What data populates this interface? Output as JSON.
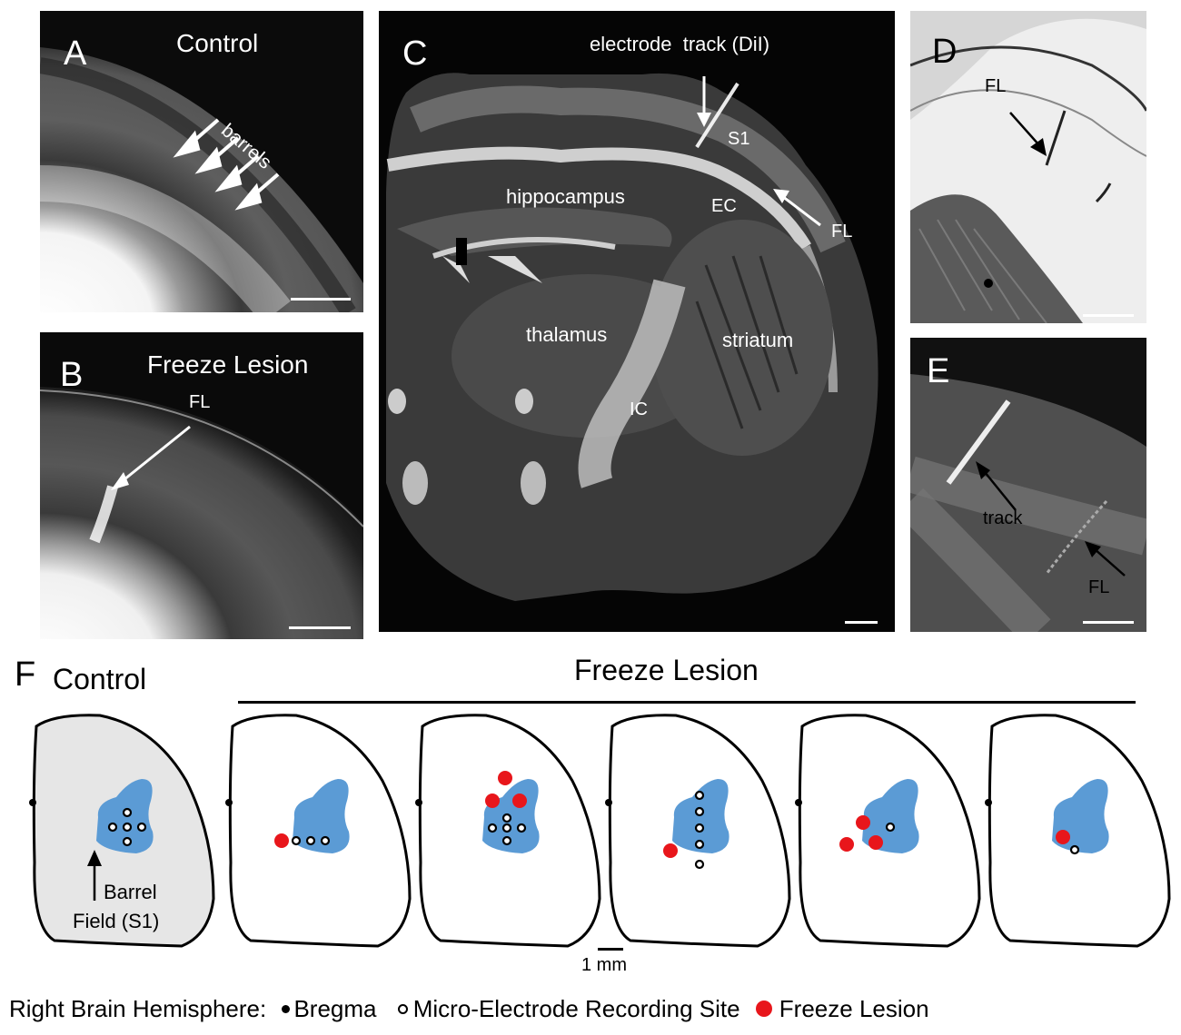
{
  "panels": {
    "A": {
      "letter": "A",
      "title": "Control",
      "annotation": "barrels"
    },
    "B": {
      "letter": "B",
      "title": "Freeze Lesion",
      "annotation": "FL"
    },
    "C": {
      "letter": "C",
      "annotation_track": "electrode  track (DiI)",
      "regions": [
        "S1",
        "hippocampus",
        "EC",
        "FL",
        "thalamus",
        "striatum",
        "IC"
      ]
    },
    "D": {
      "letter": "D",
      "annotation": "FL"
    },
    "E": {
      "letter": "E",
      "annotation_track": "track",
      "annotation_fl": "FL"
    },
    "F": {
      "letter": "F",
      "control_title": "Control",
      "lesion_title": "Freeze Lesion",
      "barrel_label_line1": "Barrel",
      "barrel_label_line2": "Field (S1)",
      "scale_label": "1 mm"
    }
  },
  "legend": {
    "prefix": "Right Brain Hemisphere:",
    "bregma": "Bregma",
    "electrode": "Micro-Electrode Recording Site",
    "lesion": "Freeze Lesion"
  },
  "colors": {
    "barrel_field": "#5b9bd5",
    "lesion": "#e8161b",
    "control_fill": "#e6e6e6",
    "outline": "#000000"
  }
}
